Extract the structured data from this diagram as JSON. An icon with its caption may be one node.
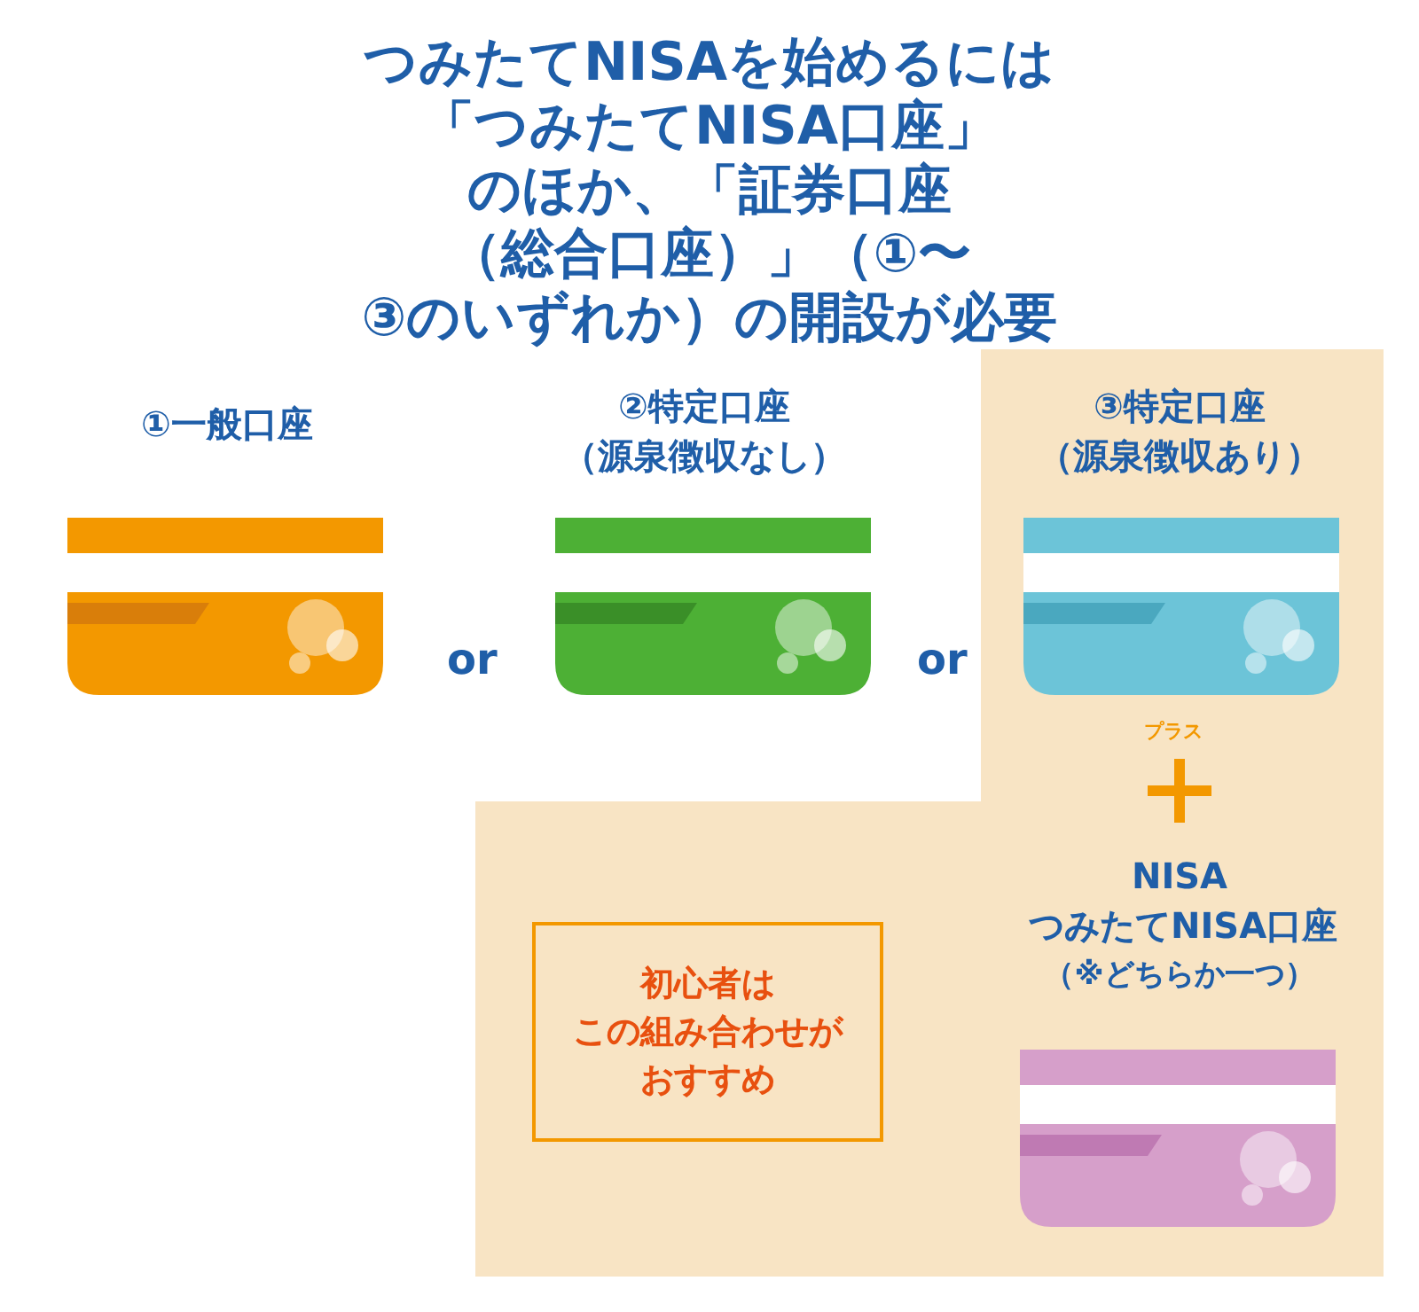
{
  "diagram": {
    "title": "つみたてNISAを始めるには「つみたてNISA口座」のほか、「証券口座（総合口座）」（①〜③のいずれか）の開設が必要",
    "nodes": [
      {
        "text": [
          "①一般口座"
        ]
      },
      {
        "text": [
          "②特定口座（源泉徴収なし）"
        ]
      },
      {
        "text": [
          "③特定口座（源泉徴収あり）"
        ]
      },
      {
        "text": [
          "NISA つみたてNISA口座",
          "（※どちらか一つ）"
        ]
      },
      {
        "text": [
          "初心者は",
          "この組み合わせが",
          "おすすめ"
        ]
      }
    ],
    "labels": [
      "or",
      "or",
      "プラス"
    ]
  }
}
